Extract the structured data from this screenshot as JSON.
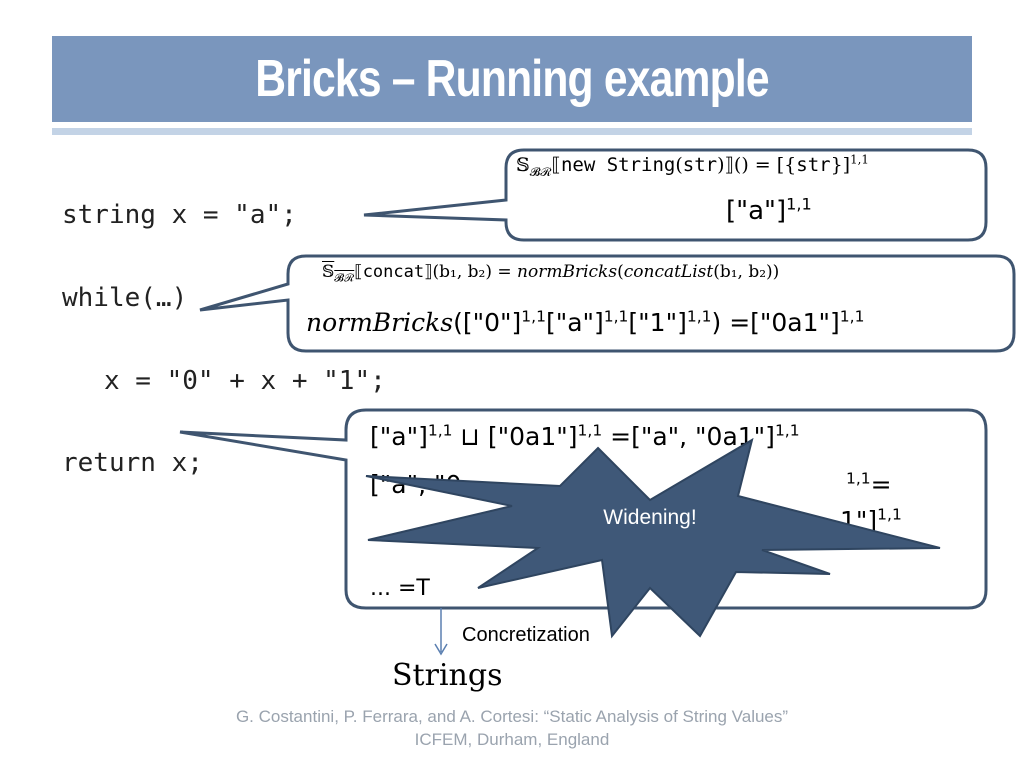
{
  "title": "Bricks – Running example",
  "code": {
    "line1": "string x = \"a\";",
    "line2": "while(…)",
    "line3": "x = \"0\" + x + \"1\";",
    "line4": "return x;"
  },
  "callout1": {
    "sem_prefix": "𝕊",
    "sem_sub": "𝓑ℛ",
    "lbrack": "⟦",
    "code_text": "new String",
    "arg": "str",
    "rest": "⟧() = [{",
    "arg2": "str",
    "close": "}]",
    "sup": "1,1",
    "result": "[\"a\"]",
    "result_sup": "1,1"
  },
  "callout2": {
    "sem_prefix": "𝕊",
    "sem_sub": "𝓑ℛ",
    "lbrack": "⟦",
    "op": "concat",
    "rest": "⟧(b₁, b₂) = ",
    "fn": "normBricks",
    "paren": "(",
    "fn2": "concatList",
    "args": "(b₁, b₂))",
    "line2_fn": "normBricks",
    "line2_part1": "([\"0\"]",
    "line2_part2": "[\"a\"]",
    "line2_part3": "[\"1\"]",
    "line2_part4": ") =[\"0a1\"]",
    "sup": "1,1"
  },
  "callout3": {
    "line1_a": "[\"a\"]",
    "line1_b": " ⊔ [\"0a1\"]",
    "line1_c": " =[\"a\", \"0a1\"]",
    "line2_a": "[\"a\", \"0",
    "line2_b": "=",
    "line3_end": "1\"]",
    "line4": "... =T",
    "sup": "1,1"
  },
  "burst_label": "Widening!",
  "concretization_label": "Concretization",
  "strings_label": "Strings",
  "footer": {
    "line1": "G. Costantini, P. Ferrara, and A. Cortesi: “Static Analysis of String Values”",
    "line2": "ICFEM, Durham, England"
  }
}
